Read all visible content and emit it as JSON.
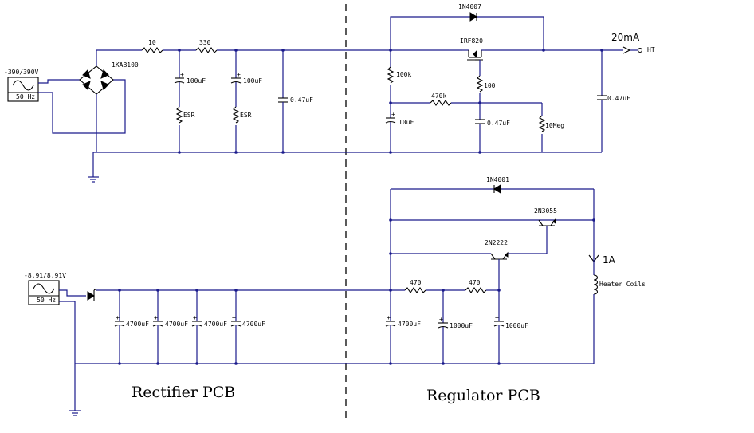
{
  "labels": {
    "src1": "-390/390V",
    "src1_freq": "50 Hz",
    "bridge": "1KAB100",
    "r10": "10",
    "r330": "330",
    "c100a": "100uF",
    "c100b": "100uF",
    "esr1": "ESR",
    "esr2": "ESR",
    "c047a": "0.47uF",
    "d1n4007": "1N4007",
    "irf820": "IRF820",
    "r100k": "100k",
    "r470k": "470k",
    "r100": "100",
    "c10u": "10uF",
    "c047b": "0.47uF",
    "r10meg": "10Meg",
    "c047c": "0.47uF",
    "i20ma": "20mA",
    "ht": "HT",
    "src2": "-8.91/8.91V",
    "src2_freq": "50 Hz",
    "c4700a": "4700uF",
    "c4700b": "4700uF",
    "c4700c": "4700uF",
    "c4700d": "4700uF",
    "d1n4001": "1N4001",
    "q2n3055": "2N3055",
    "q2n2222": "2N2222",
    "r470a": "470",
    "r470b": "470",
    "c4700e": "4700uF",
    "c1000a": "1000uF",
    "c1000b": "1000uF",
    "i1a": "1A",
    "heater": "Heater Coils",
    "rect_pcb": "Rectifier PCB",
    "reg_pcb": "Regulator PCB"
  }
}
